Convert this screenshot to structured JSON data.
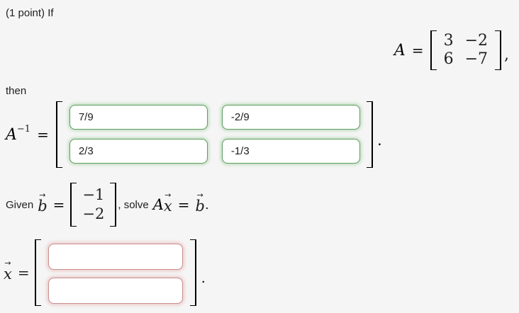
{
  "colors": {
    "background": "#f5f5f5",
    "correct_border": "#5f9e5f",
    "correct_glow": "#c2ddc2",
    "incorrect_border": "#c98f8f",
    "incorrect_glow": "#eccaca"
  },
  "intro": {
    "text": "(1 point) If"
  },
  "matrix_a": {
    "lhs": "A",
    "equals": "=",
    "r1c1": "3",
    "r1c2": "−2",
    "r2c1": "6",
    "r2c2": "−7",
    "trailing": ","
  },
  "then": {
    "text": "then"
  },
  "inverse": {
    "lhs": "A",
    "sup": "−1",
    "equals": "=",
    "r1c1": "7/9",
    "r1c2": "-2/9",
    "r2c1": "2/3",
    "r2c2": "-1/3",
    "trailing": "."
  },
  "given": {
    "prefix": "Given",
    "b": "b",
    "arrow": "→",
    "equals": "=",
    "v1": "−1",
    "v2": "−2",
    "mid": ", solve",
    "A": "A",
    "x": "x",
    "equals2": "=",
    "b2": "b",
    "suffix": "."
  },
  "solution": {
    "x": "x",
    "arrow": "→",
    "equals": "=",
    "input1": "",
    "input2": "",
    "trailing": "."
  }
}
